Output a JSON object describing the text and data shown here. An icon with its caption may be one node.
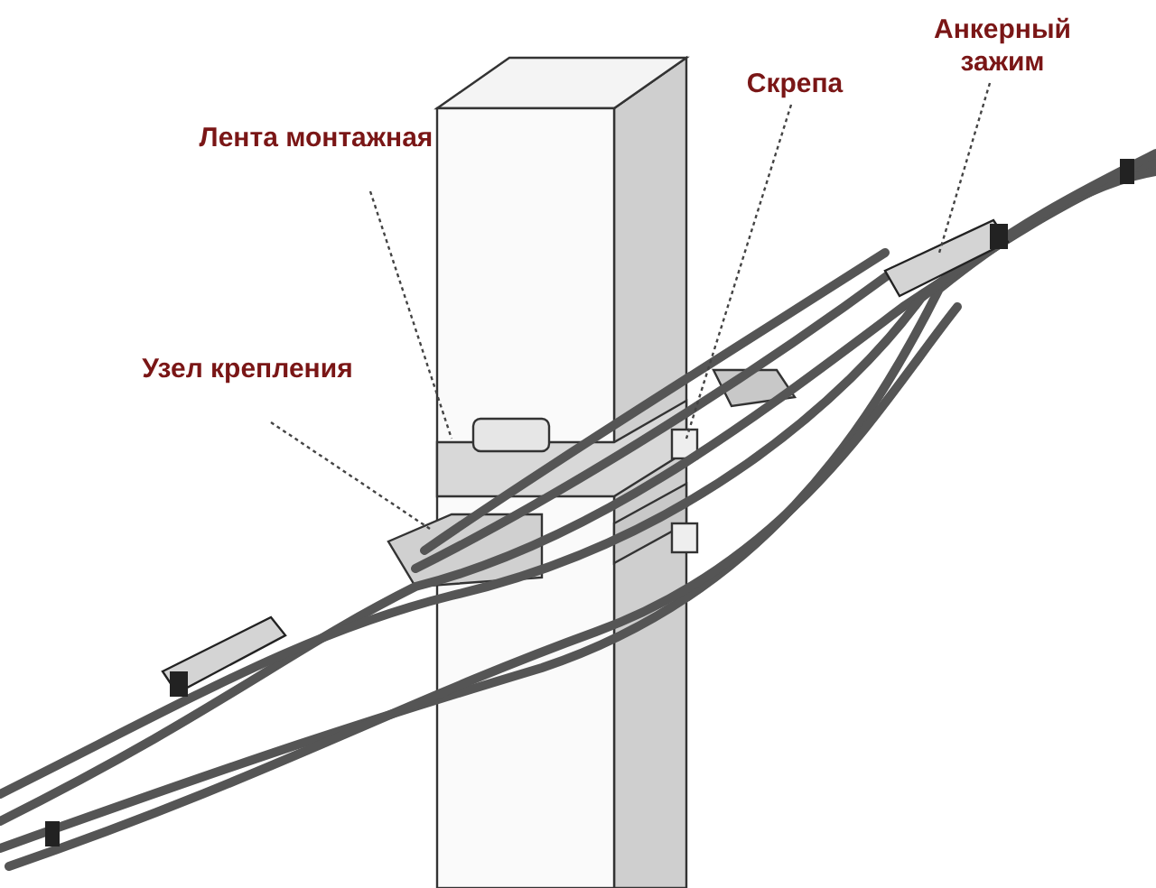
{
  "diagram": {
    "nodes": [
      {
        "text": [
          "Анкерный зажим"
        ]
      },
      {
        "text": [
          "Скрепа"
        ]
      },
      {
        "text": [
          "Лента монтажная"
        ]
      },
      {
        "text": [
          "Узел крепления"
        ]
      }
    ],
    "edges": [
      {
        "from": 0,
        "to": null,
        "arrow": "none",
        "style": "dashed"
      },
      {
        "from": 1,
        "to": null,
        "arrow": "none",
        "style": "dashed"
      },
      {
        "from": 2,
        "to": null,
        "arrow": "none",
        "style": "dashed"
      },
      {
        "from": 3,
        "to": null,
        "arrow": "none",
        "style": "dashed"
      }
    ]
  }
}
